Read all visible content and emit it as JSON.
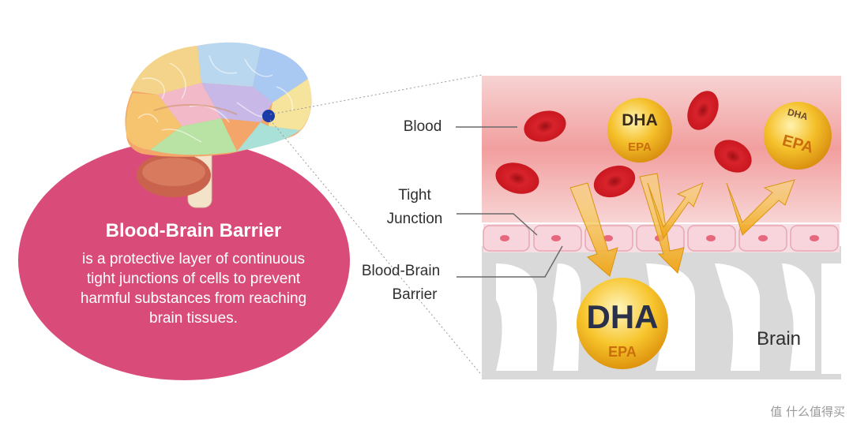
{
  "left_panel": {
    "title": "Blood-Brain Barrier",
    "description": "is a protective layer of continuous tight junctions of cells to prevent harmful substances from reaching brain tissues."
  },
  "labels": {
    "blood": "Blood",
    "tight_junction_line1": "Tight",
    "tight_junction_line2": "Junction",
    "bbb_line1": "Blood-Brain",
    "bbb_line2": "Barrier",
    "brain": "Brain"
  },
  "molecules": {
    "dha": "DHA",
    "epa": "EPA"
  },
  "watermark": "值 什么值得买",
  "colors": {
    "bubble_pink": "#d94c7a",
    "blood_band": "#f6c6c6",
    "red_cell": "#d41c24",
    "molecule_gold": "#f2b21f",
    "arrow_gold": "#f0b62a",
    "barrier_cell": "#f8d8de",
    "brain_tissue": "#d7d7d7"
  }
}
